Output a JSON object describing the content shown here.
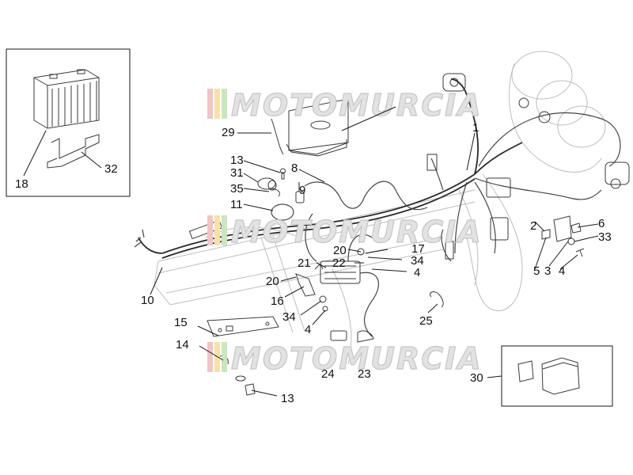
{
  "watermark": {
    "text": "MOTOMURCIA",
    "stripe_colors": [
      "#f2c4c4",
      "#f6e2a8",
      "#c9e6bd"
    ]
  },
  "callouts": [
    {
      "id": "c1",
      "label": "1"
    },
    {
      "id": "c2",
      "label": "2"
    },
    {
      "id": "c3",
      "label": "3"
    },
    {
      "id": "c4a",
      "label": "4"
    },
    {
      "id": "c4b",
      "label": "4"
    },
    {
      "id": "c4c",
      "label": "4"
    },
    {
      "id": "c5",
      "label": "5"
    },
    {
      "id": "c6",
      "label": "6"
    },
    {
      "id": "c8",
      "label": "8"
    },
    {
      "id": "c9",
      "label": "9"
    },
    {
      "id": "c10",
      "label": "10"
    },
    {
      "id": "c11",
      "label": "11"
    },
    {
      "id": "c13a",
      "label": "13"
    },
    {
      "id": "c13b",
      "label": "13"
    },
    {
      "id": "c14",
      "label": "14"
    },
    {
      "id": "c15",
      "label": "15"
    },
    {
      "id": "c16",
      "label": "16"
    },
    {
      "id": "c17",
      "label": "17"
    },
    {
      "id": "c18",
      "label": "18"
    },
    {
      "id": "c20a",
      "label": "20"
    },
    {
      "id": "c20b",
      "label": "20"
    },
    {
      "id": "c21",
      "label": "21"
    },
    {
      "id": "c22",
      "label": "22"
    },
    {
      "id": "c23",
      "label": "23"
    },
    {
      "id": "c24",
      "label": "24"
    },
    {
      "id": "c25",
      "label": "25"
    },
    {
      "id": "c29",
      "label": "29"
    },
    {
      "id": "c30",
      "label": "30"
    },
    {
      "id": "c31",
      "label": "31"
    },
    {
      "id": "c32",
      "label": "32"
    },
    {
      "id": "c33",
      "label": "33"
    },
    {
      "id": "c34a",
      "label": "34"
    },
    {
      "id": "c34b",
      "label": "34"
    },
    {
      "id": "c35",
      "label": "35"
    }
  ]
}
